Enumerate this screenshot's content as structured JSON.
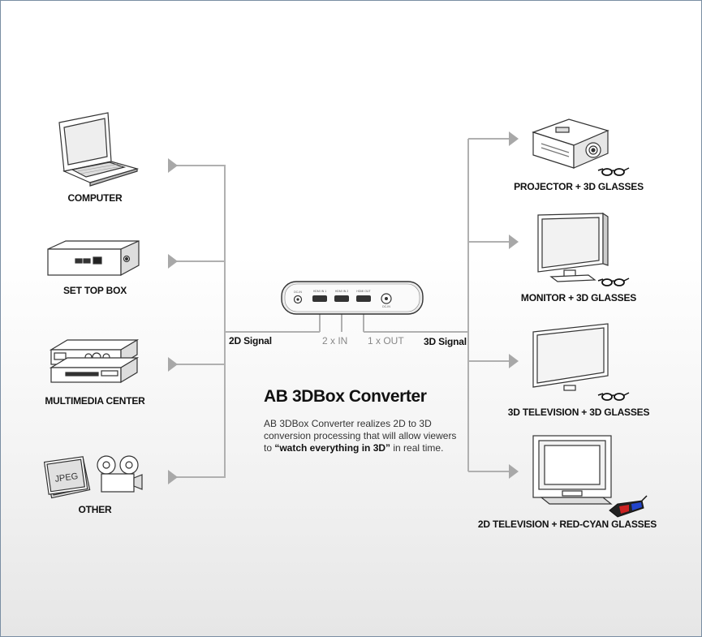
{
  "sources": [
    {
      "label": "COMPUTER",
      "icon": "laptop-icon"
    },
    {
      "label": "SET TOP BOX",
      "icon": "set-top-box-icon"
    },
    {
      "label": "MULTIMEDIA CENTER",
      "icon": "multimedia-center-icon"
    },
    {
      "label": "OTHER",
      "icon": "photo-and-film-projector-icon"
    }
  ],
  "outputs": [
    {
      "label": "PROJECTOR + 3D GLASSES",
      "icon": "projector-icon"
    },
    {
      "label": "MONITOR + 3D GLASSES",
      "icon": "monitor-icon"
    },
    {
      "label": "3D TELEVISION + 3D GLASSES",
      "icon": "television-icon"
    },
    {
      "label": "2D TELEVISION + RED-CYAN GLASSES",
      "icon": "crt-television-icon"
    }
  ],
  "signals": {
    "input": "2D Signal",
    "output": "3D Signal",
    "inputs_count": "2 x IN",
    "outputs_count": "1 x OUT"
  },
  "device": {
    "ports": [
      "DC-IN",
      "HDMI IN 1",
      "HDMI IN 2",
      "HDMI OUT",
      "DC-IN"
    ]
  },
  "product": {
    "title": "AB 3DBox Converter",
    "desc_pre": "AB 3DBox Converter realizes 2D to 3D conversion processing that will allow viewers to ",
    "desc_bold": "“watch everything in 3D”",
    "desc_post": " in real time."
  },
  "colors": {
    "connector": "#b0b0b0",
    "arrow": "#a8a8a8",
    "frame_border": "#7a8ea3",
    "glasses_red": "#cc2222",
    "glasses_blue": "#2244cc"
  }
}
